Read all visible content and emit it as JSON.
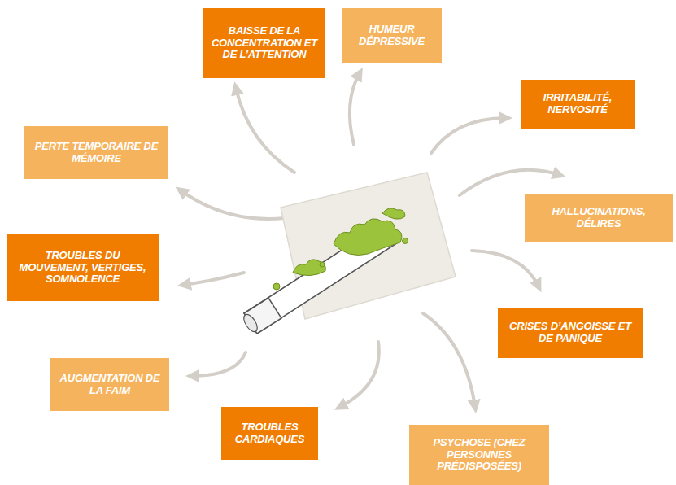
{
  "diagram": {
    "nodes": [
      {
        "text": [
          "BAISSE DE LA CONCENTRATION ET DE L’ATTENTION"
        ]
      },
      {
        "text": [
          "HUMEUR DÉPRESSIVE"
        ]
      },
      {
        "text": [
          "IRRITABILITÉ, NERVOSITÉ"
        ]
      },
      {
        "text": [
          "PERTE TEMPORAIRE DE MÉMOIRE"
        ]
      },
      {
        "text": [
          "HALLUCINATIONS, DÉLIRES"
        ]
      },
      {
        "text": [
          "TROUBLES DU MOUVEMENT, VERTIGES, SOMNOLENCE"
        ]
      },
      {
        "text": [
          "CRISES D’ANGOISSE ET DE PANIQUE"
        ]
      },
      {
        "text": [
          "AUGMENTATION DE LA FAIM"
        ]
      },
      {
        "text": [
          "TROUBLES CARDIAQUES"
        ]
      },
      {
        "text": [
          "PSYCHOSE (CHEZ PERSONNES PRÉDISPOSÉES)"
        ]
      }
    ]
  }
}
